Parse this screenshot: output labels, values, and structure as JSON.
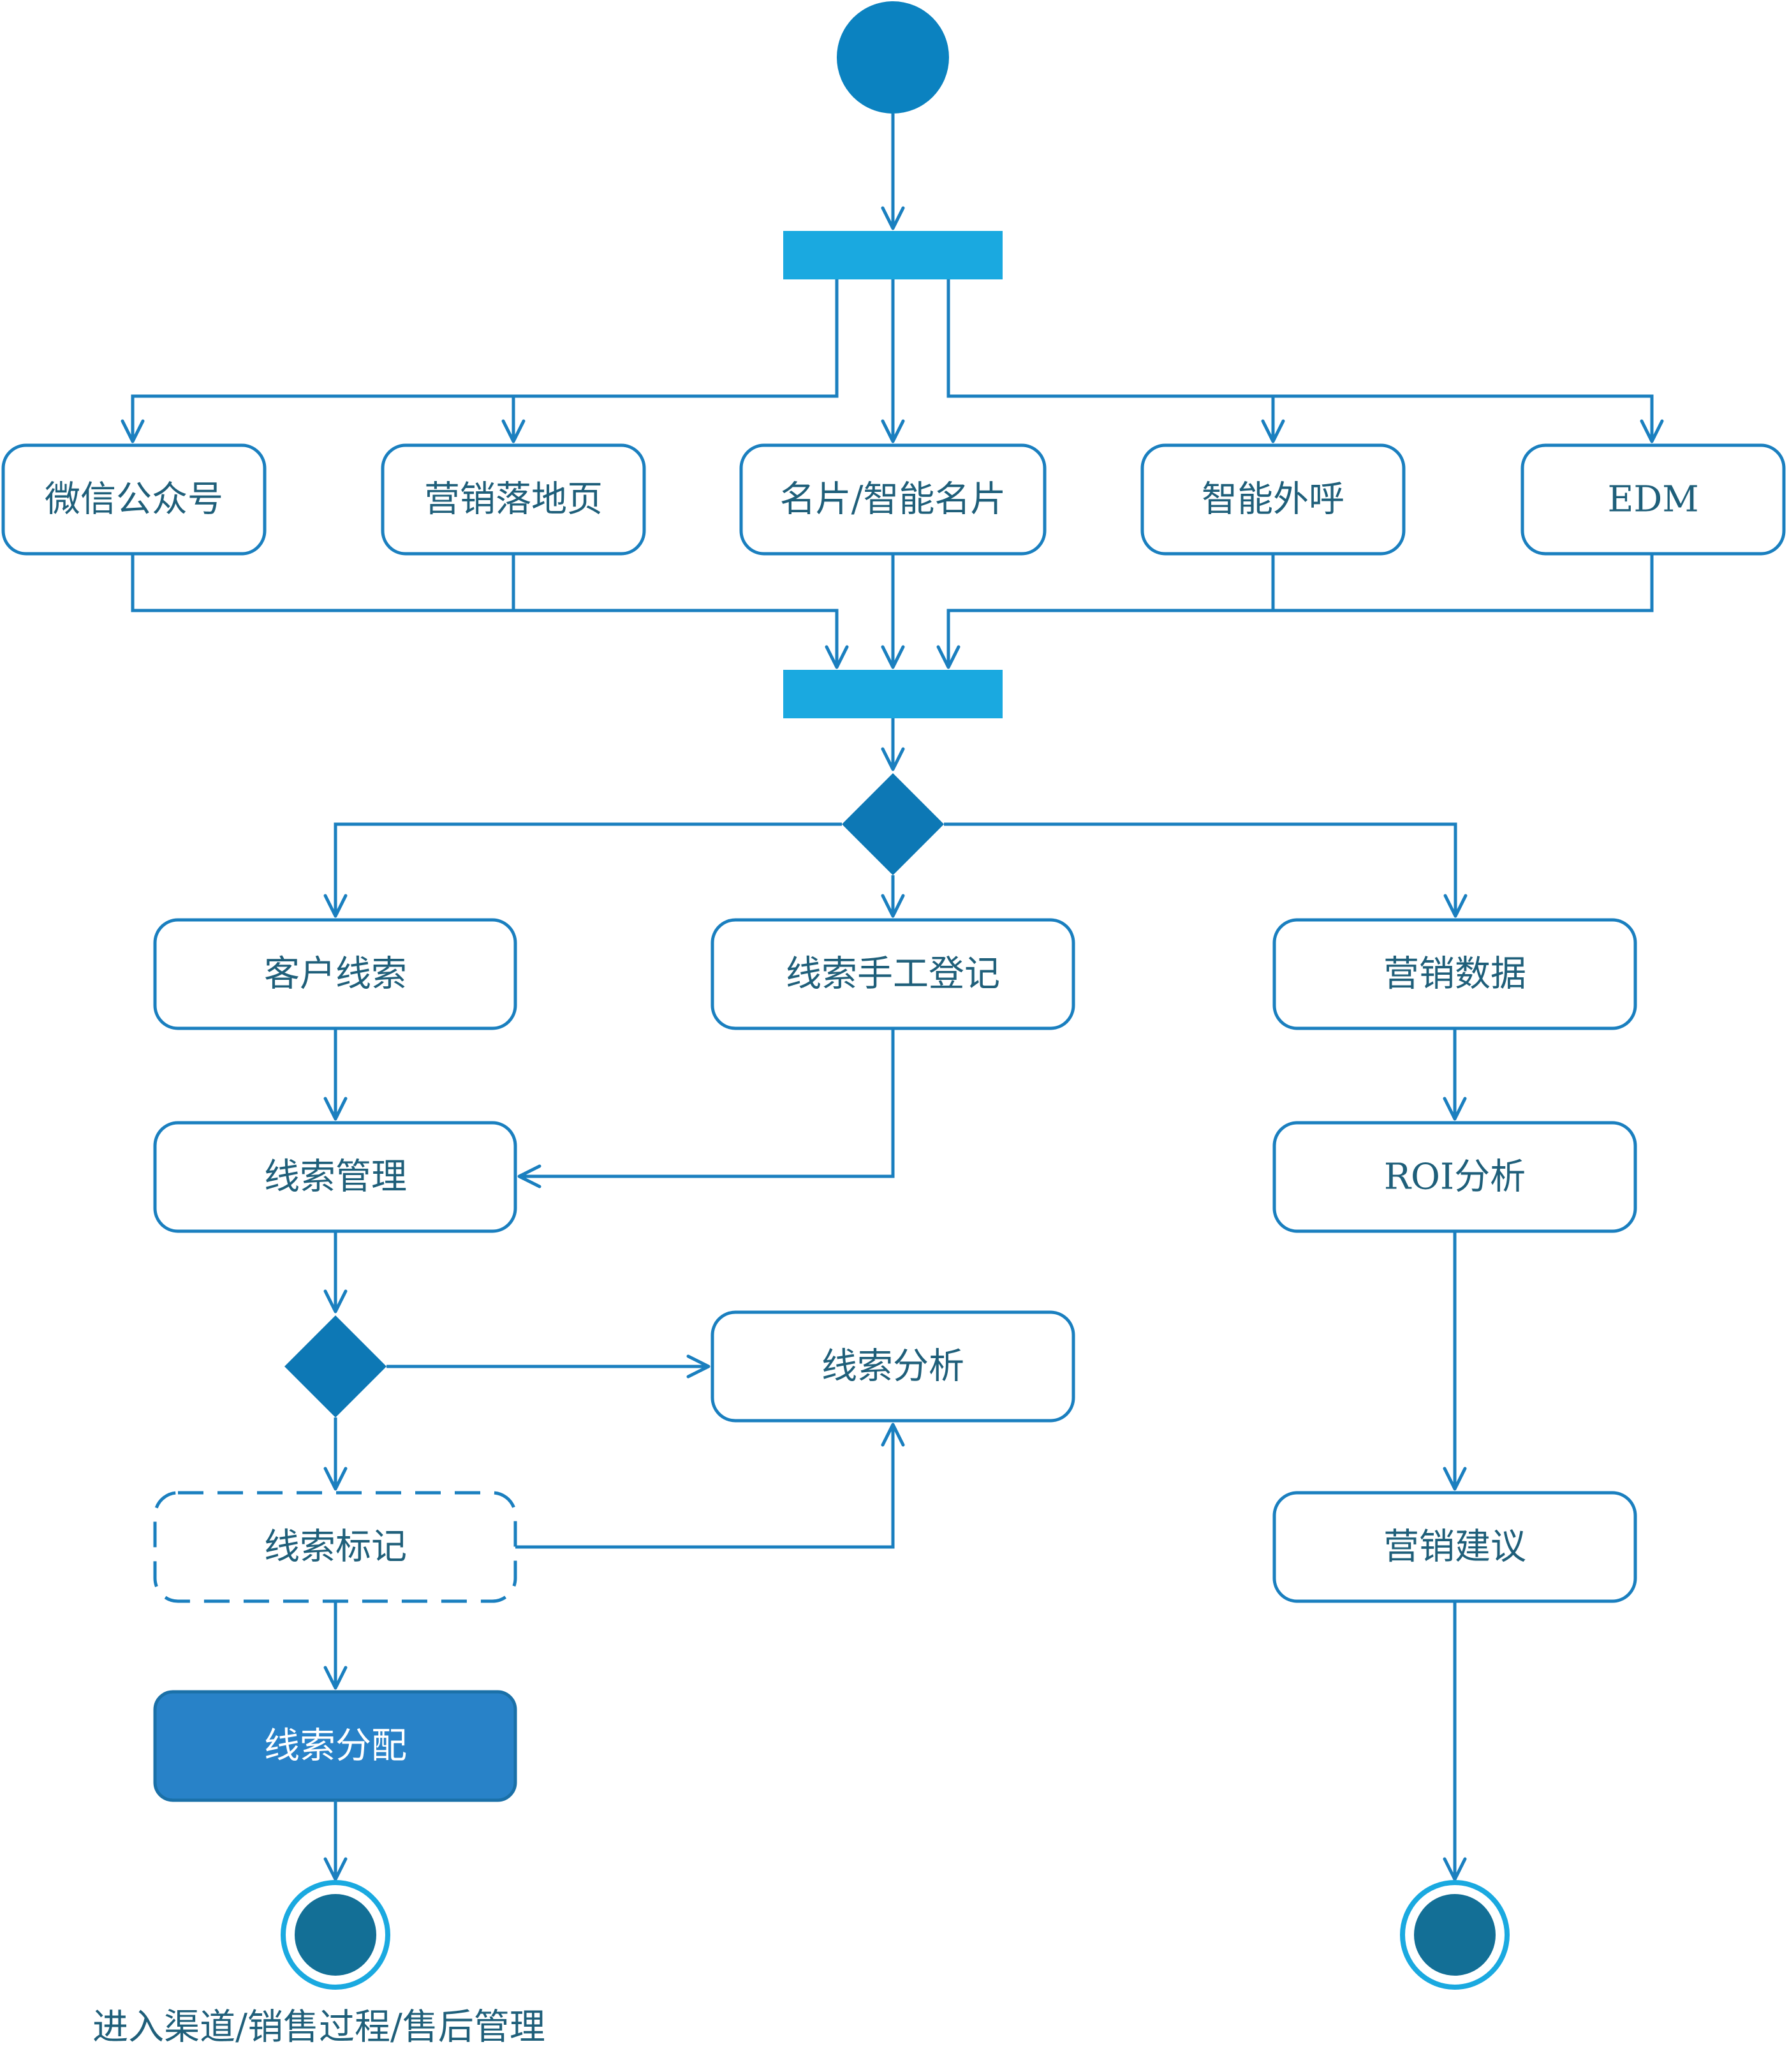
{
  "diagram": {
    "sources": [
      "微信公众号",
      "营销落地页",
      "名片/智能名片",
      "智能外呼",
      "EDM"
    ],
    "branches": {
      "customer_leads": "客户线索",
      "manual_entry": "线索手工登记",
      "marketing_data": "营销数据"
    },
    "lead_management": "线索管理",
    "lead_analysis": "线索分析",
    "lead_tagging": "线索标记",
    "lead_assignment": "线索分配",
    "roi_analysis": "ROI分析",
    "marketing_advice": "营销建议",
    "final_caption": "进入渠道/销售过程/售后管理"
  },
  "colors": {
    "line": "#1a7fbf",
    "bar": "#1aa9e0",
    "diamond": "#0d78b5",
    "start_node": "#0b82c0",
    "highlight_box": "#2882c8",
    "end_node_inner": "#136f96",
    "text": "#1f5f7a"
  }
}
